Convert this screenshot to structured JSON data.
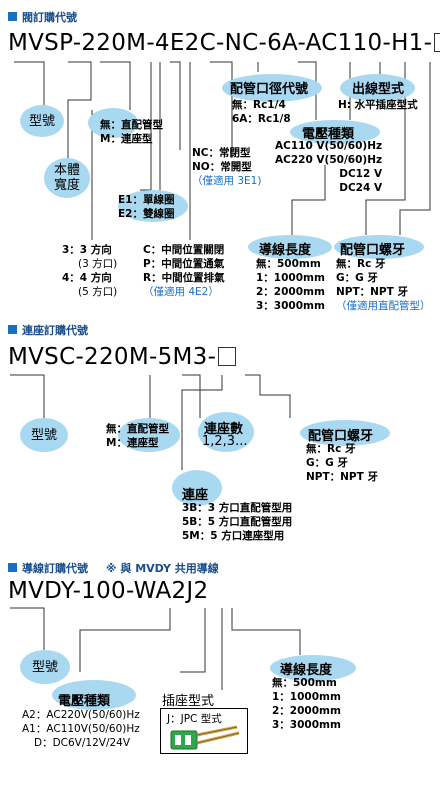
{
  "section1": {
    "title": "閥訂購代號",
    "code_parts": [
      "MVSP",
      "-",
      "220M",
      "-",
      "4E2C",
      "-",
      "NC",
      "-",
      "6A",
      "-",
      "AC110",
      "-",
      "H1",
      "-"
    ],
    "bubbles": {
      "type": "型號",
      "body_width": "本體\n寬度",
      "piping_size": "配管口徑代號",
      "wiring": "出線型式",
      "voltage": "電壓種類",
      "wire_length": "導線長度",
      "thread": "配管口螺牙"
    },
    "piping": [
      "無：直配管型",
      "M：連座型"
    ],
    "size_opts": [
      "無：Rc1/4",
      "6A：Rc1/8"
    ],
    "wiring_opts": [
      "H: 水平插座型式"
    ],
    "voltage_opts": [
      "AC110 V(50/60)Hz",
      "AC220 V(50/60)Hz",
      "DC12 V",
      "DC24 V"
    ],
    "nc_opts": [
      "NC：常閉型",
      "NO：常開型"
    ],
    "nc_note": "（僅適用 3E1)",
    "coil_opts": [
      "E1：單線圈",
      "E2：雙線圈"
    ],
    "position_opts": [
      "C：中間位置關閉",
      "P：中間位置通氣",
      "R：中間位置排氣"
    ],
    "position_note": "（僅適用 4E2）",
    "way_opts": [
      "3：3 方向",
      "(3 方口)",
      "4：4 方向",
      "(5 方口)"
    ],
    "length_opts": [
      "無：500mm",
      "1：1000mm",
      "2：2000mm",
      "3：3000mm"
    ],
    "thread_opts": [
      "無：Rc 牙",
      "G：G 牙",
      "NPT：NPT 牙"
    ],
    "thread_note": "（僅適用直配管型）"
  },
  "section2": {
    "title": "連座訂購代號",
    "code_parts": [
      "MVSC",
      "-",
      "220M",
      "-",
      "5M3",
      "-"
    ],
    "bubbles": {
      "type": "型號",
      "count": "連座數",
      "base": "連座",
      "thread": "配管口螺牙"
    },
    "piping": [
      "無：直配管型",
      "M：連座型"
    ],
    "count_opts": "1,2,3...",
    "base_opts": [
      "3B：3 方口直配管型用",
      "5B：5 方口直配管型用",
      "5M：5 方口連座型用"
    ],
    "thread_opts": [
      "無：Rc 牙",
      "G：G 牙",
      "NPT：NPT 牙"
    ]
  },
  "section3": {
    "title": "導線訂購代號",
    "note": "※ 與 MVDY 共用導線",
    "code_parts": [
      "MVDY",
      "-",
      "100",
      "-",
      "WA2J2"
    ],
    "bubbles": {
      "type": "型號",
      "voltage": "電壓種類",
      "socket": "插座型式",
      "wire_length": "導線長度"
    },
    "voltage_opts": [
      "A2：AC220V(50/60)Hz",
      "A1：AC110V(50/60)Hz",
      "D：DC6V/12V/24V"
    ],
    "socket_opts": "J：JPC 型式",
    "length_opts": [
      "無：500mm",
      "1：1000mm",
      "2：2000mm",
      "3：3000mm"
    ]
  },
  "colors": {
    "accent": "#1a6fc0",
    "bubble": "#a9d8f1",
    "title": "#1a4e8a"
  }
}
